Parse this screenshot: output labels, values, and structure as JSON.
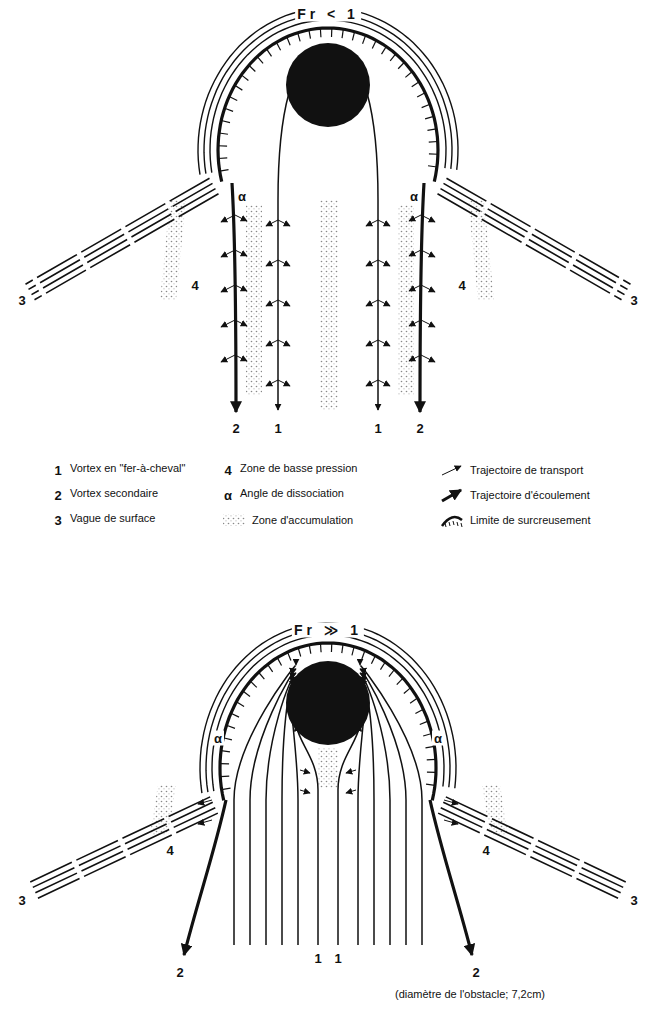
{
  "diagram": {
    "caption": "(diamètre de l'obstacle; 7,2cm)",
    "labels": [
      "Fr < 1",
      "α",
      "α",
      "3",
      "3",
      "4",
      "4",
      "2",
      "2",
      "1",
      "1",
      "1",
      "2",
      "3",
      "4",
      "α",
      "Fr ≫ 1",
      "α",
      "α",
      "3",
      "3",
      "4",
      "4",
      "2",
      "2",
      "1",
      "1"
    ],
    "legend": [
      {
        "text": "Vortex en \"fer-à-cheval\""
      },
      {
        "text": "Vortex secondaire"
      },
      {
        "text": "Vague de surface"
      },
      {
        "text": "Zone de basse pression"
      },
      {
        "text": "Angle de dissociation"
      },
      {
        "text": "Zone d'accumulation"
      },
      {
        "text": "Trajectoire de transport"
      },
      {
        "text": "Trajectoire d'écoulement"
      },
      {
        "text": "Limite de surcreusement"
      }
    ]
  }
}
